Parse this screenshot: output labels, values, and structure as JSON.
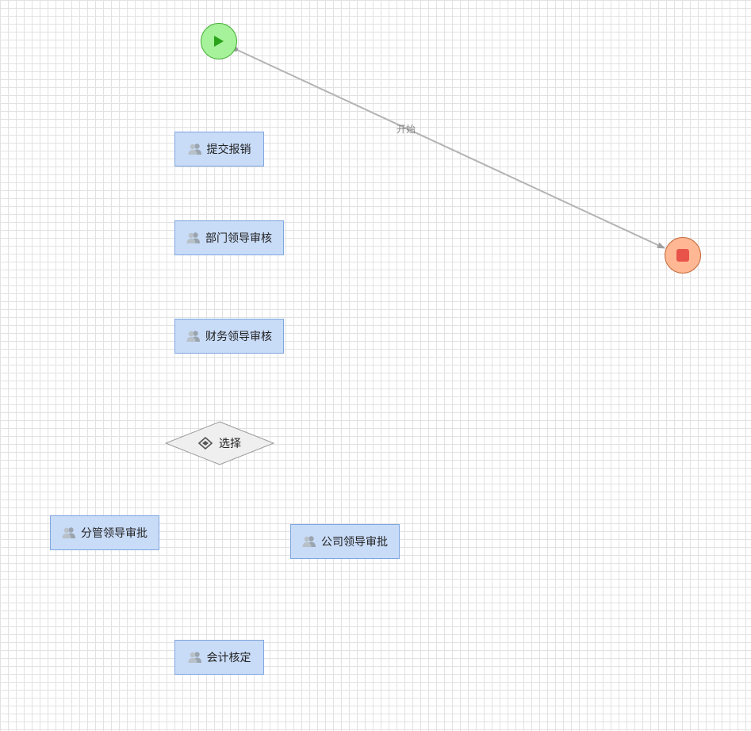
{
  "edges": [
    {
      "label": "开始"
    }
  ],
  "nodes": {
    "start": {
      "type": "start-event"
    },
    "end": {
      "type": "end-event"
    },
    "submit": {
      "label": "提交报销"
    },
    "dept_review": {
      "label": "部门领导审核"
    },
    "finance_review": {
      "label": "财务领导审核"
    },
    "choice": {
      "label": "选择"
    },
    "branch_approve": {
      "label": "分管领导审批"
    },
    "company_approve": {
      "label": "公司领导审批"
    },
    "accounting": {
      "label": "会计核定"
    }
  },
  "colors": {
    "task_fill": "#c8dbf7",
    "task_border": "#7ea6e0",
    "start_fill": "#a6f29a",
    "end_fill": "#ffb893",
    "edge": "#a8a8a8"
  },
  "icons": {
    "task": "user-group-icon",
    "start": "play-icon",
    "end": "stop-icon",
    "gateway": "gateway-icon"
  }
}
